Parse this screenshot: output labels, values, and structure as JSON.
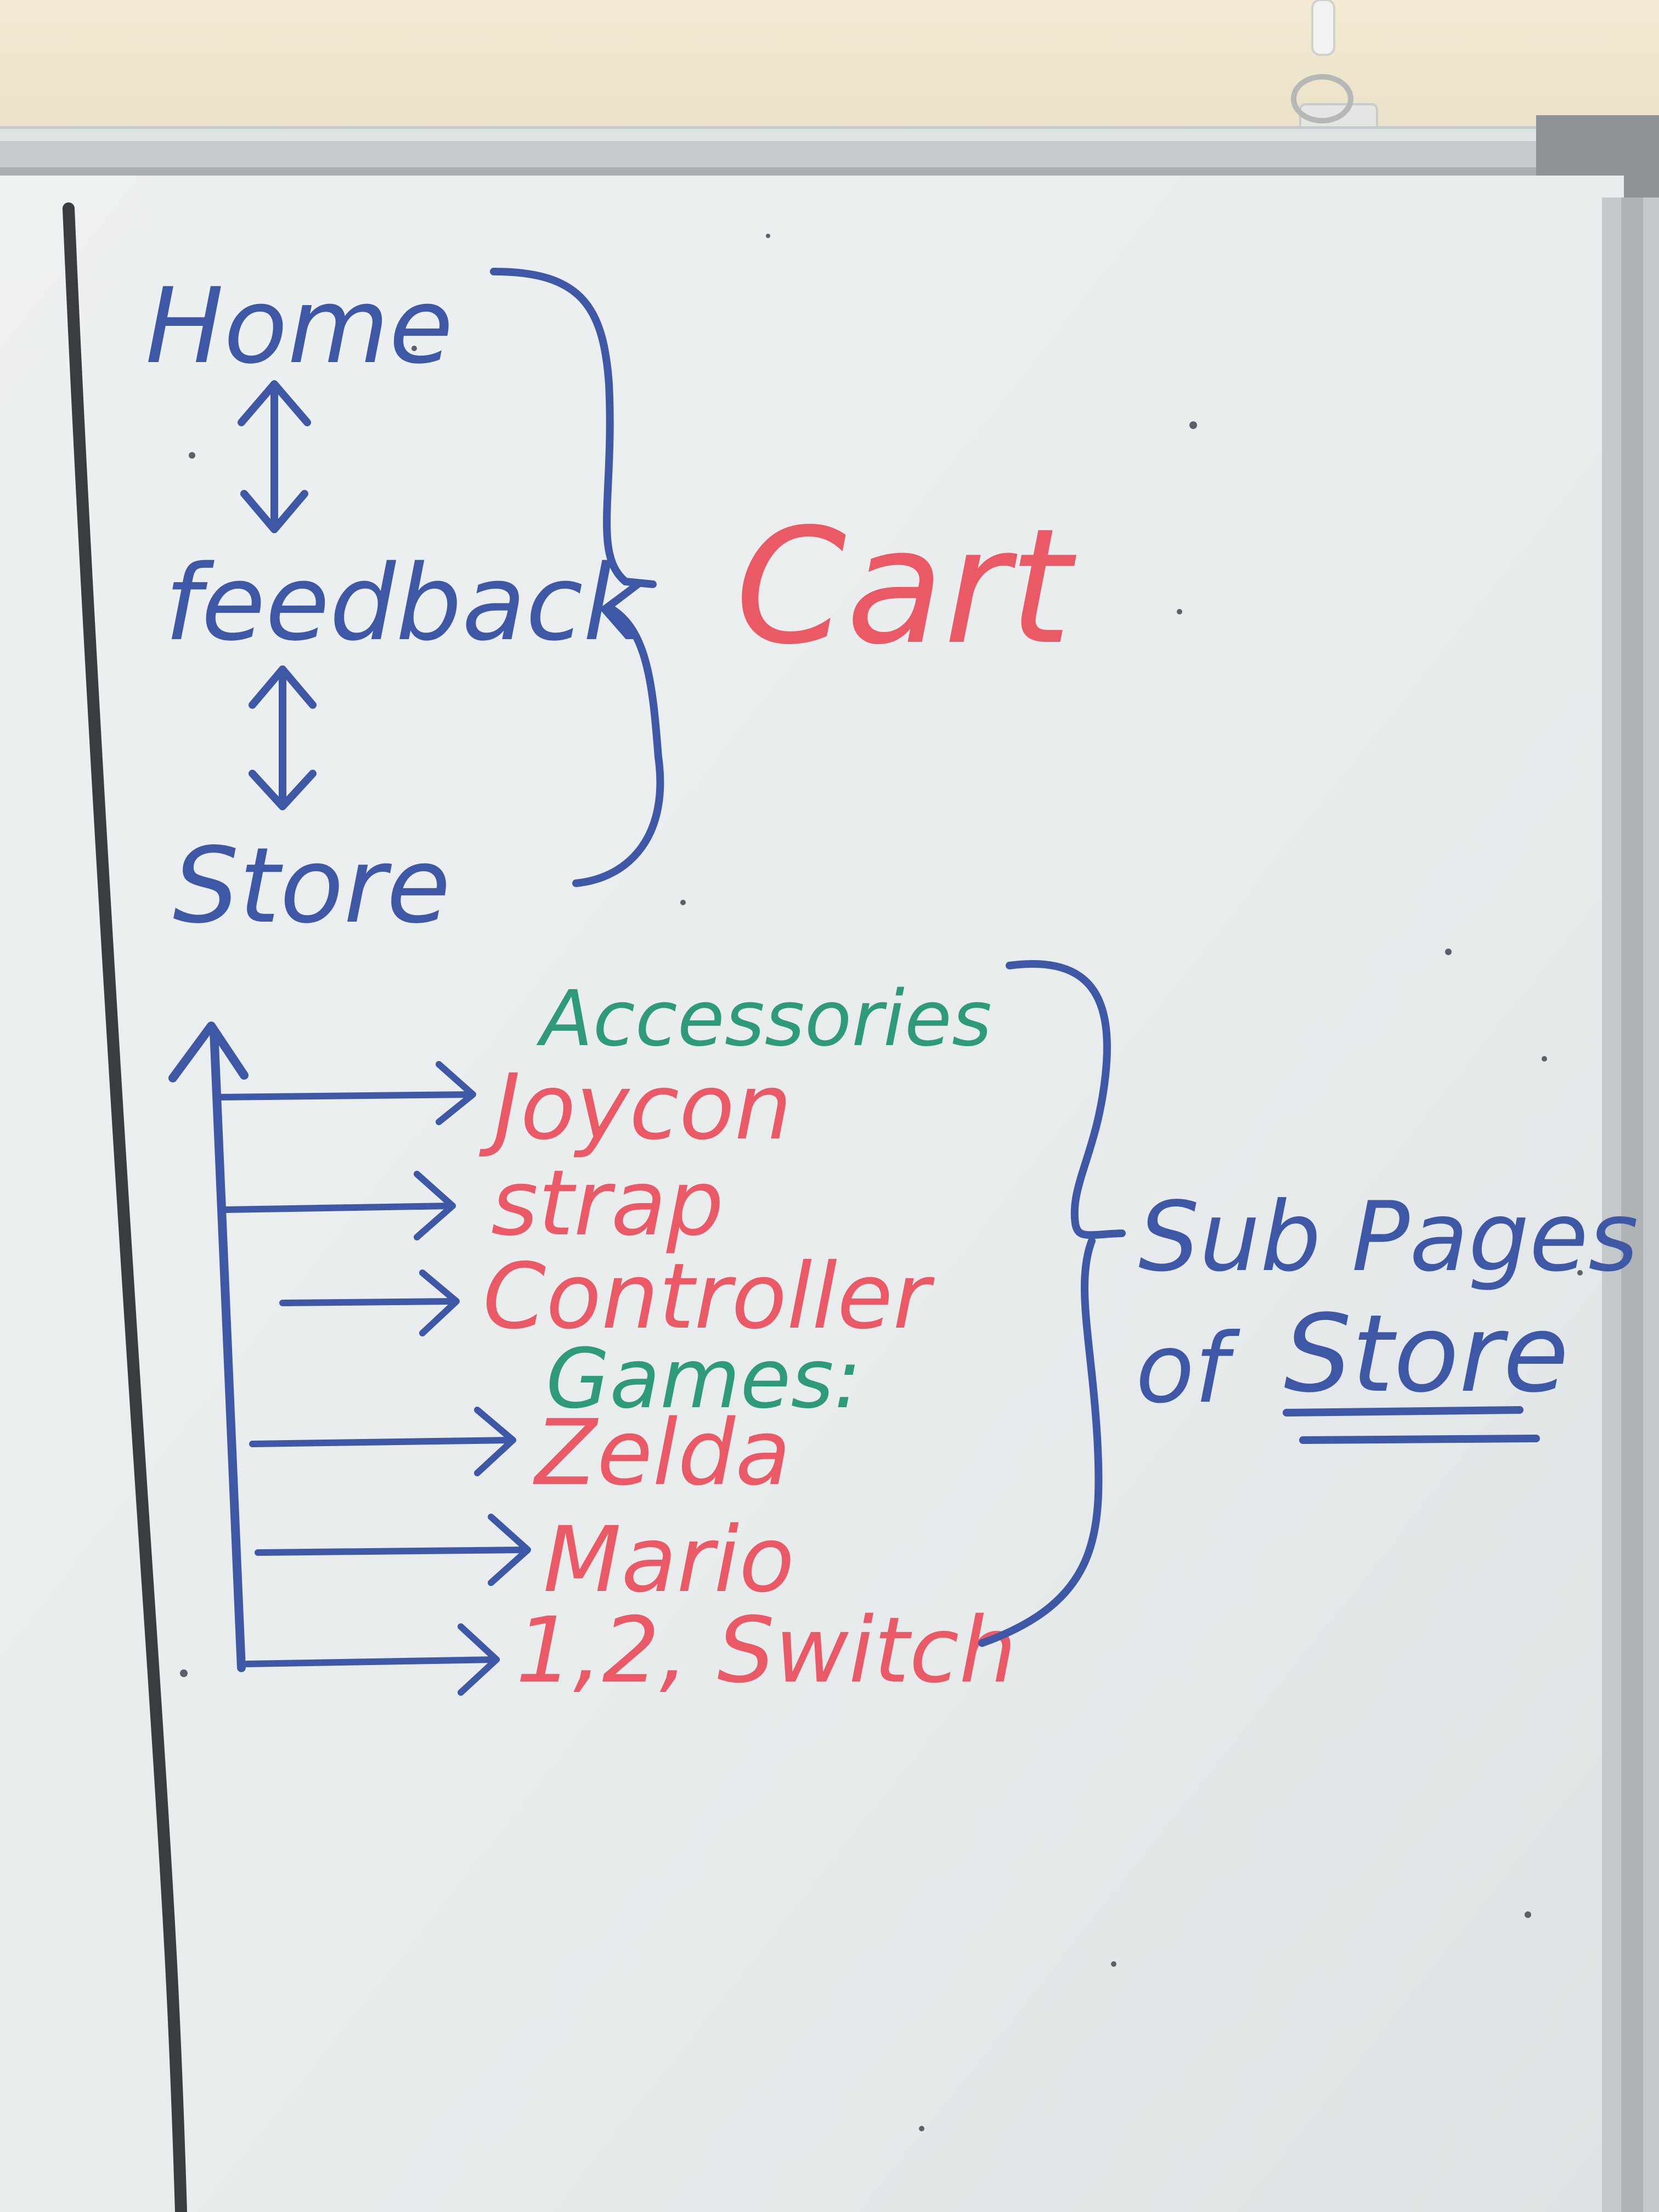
{
  "colors": {
    "wall": "#efe6cf",
    "board": "#e9edee",
    "frame": "#b9bfc2",
    "blue_marker": "#3f58a6",
    "red_marker": "#ea5a66",
    "green_marker": "#2f9a7a"
  },
  "nav": {
    "home": "Home",
    "feedback": "feedback",
    "store": "Store"
  },
  "cart_label": "Cart",
  "categories": {
    "accessories": "Accessories",
    "games": "Games:"
  },
  "accessory_items": [
    "Joycon",
    "strap",
    "Controller"
  ],
  "game_items": [
    "Zelda",
    "Mario",
    "1,2, Switch"
  ],
  "sub_pages_label": {
    "line1": "Sub Pages",
    "line2_prefix": "of",
    "line2_target": "Store"
  }
}
